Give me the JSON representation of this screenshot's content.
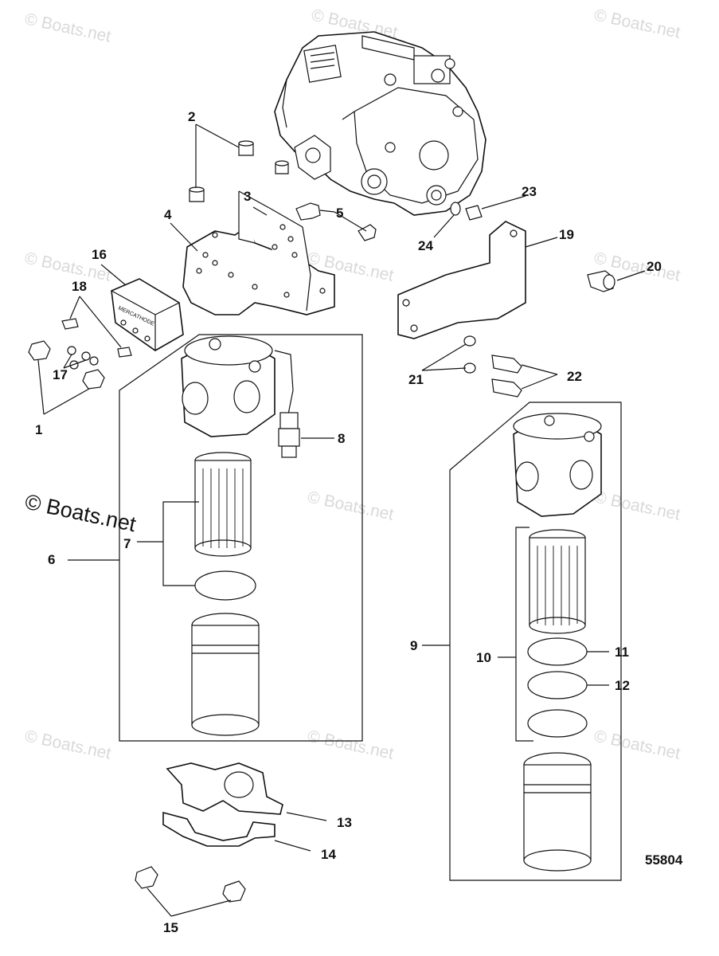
{
  "watermark": "© Boats.net",
  "diagram_number": "55804",
  "housing_text": "MERCATHODE",
  "parts": {
    "p1": "1",
    "p2": "2",
    "p3": "3",
    "p4": "4",
    "p5": "5",
    "p6": "6",
    "p7": "7",
    "p8": "8",
    "p9": "9",
    "p10": "10",
    "p11": "11",
    "p12": "12",
    "p13": "13",
    "p14": "14",
    "p15": "15",
    "p16": "16",
    "p17": "17",
    "p18": "18",
    "p19": "19",
    "p20": "20",
    "p21": "21",
    "p22": "22",
    "p23": "23",
    "p24": "24"
  }
}
